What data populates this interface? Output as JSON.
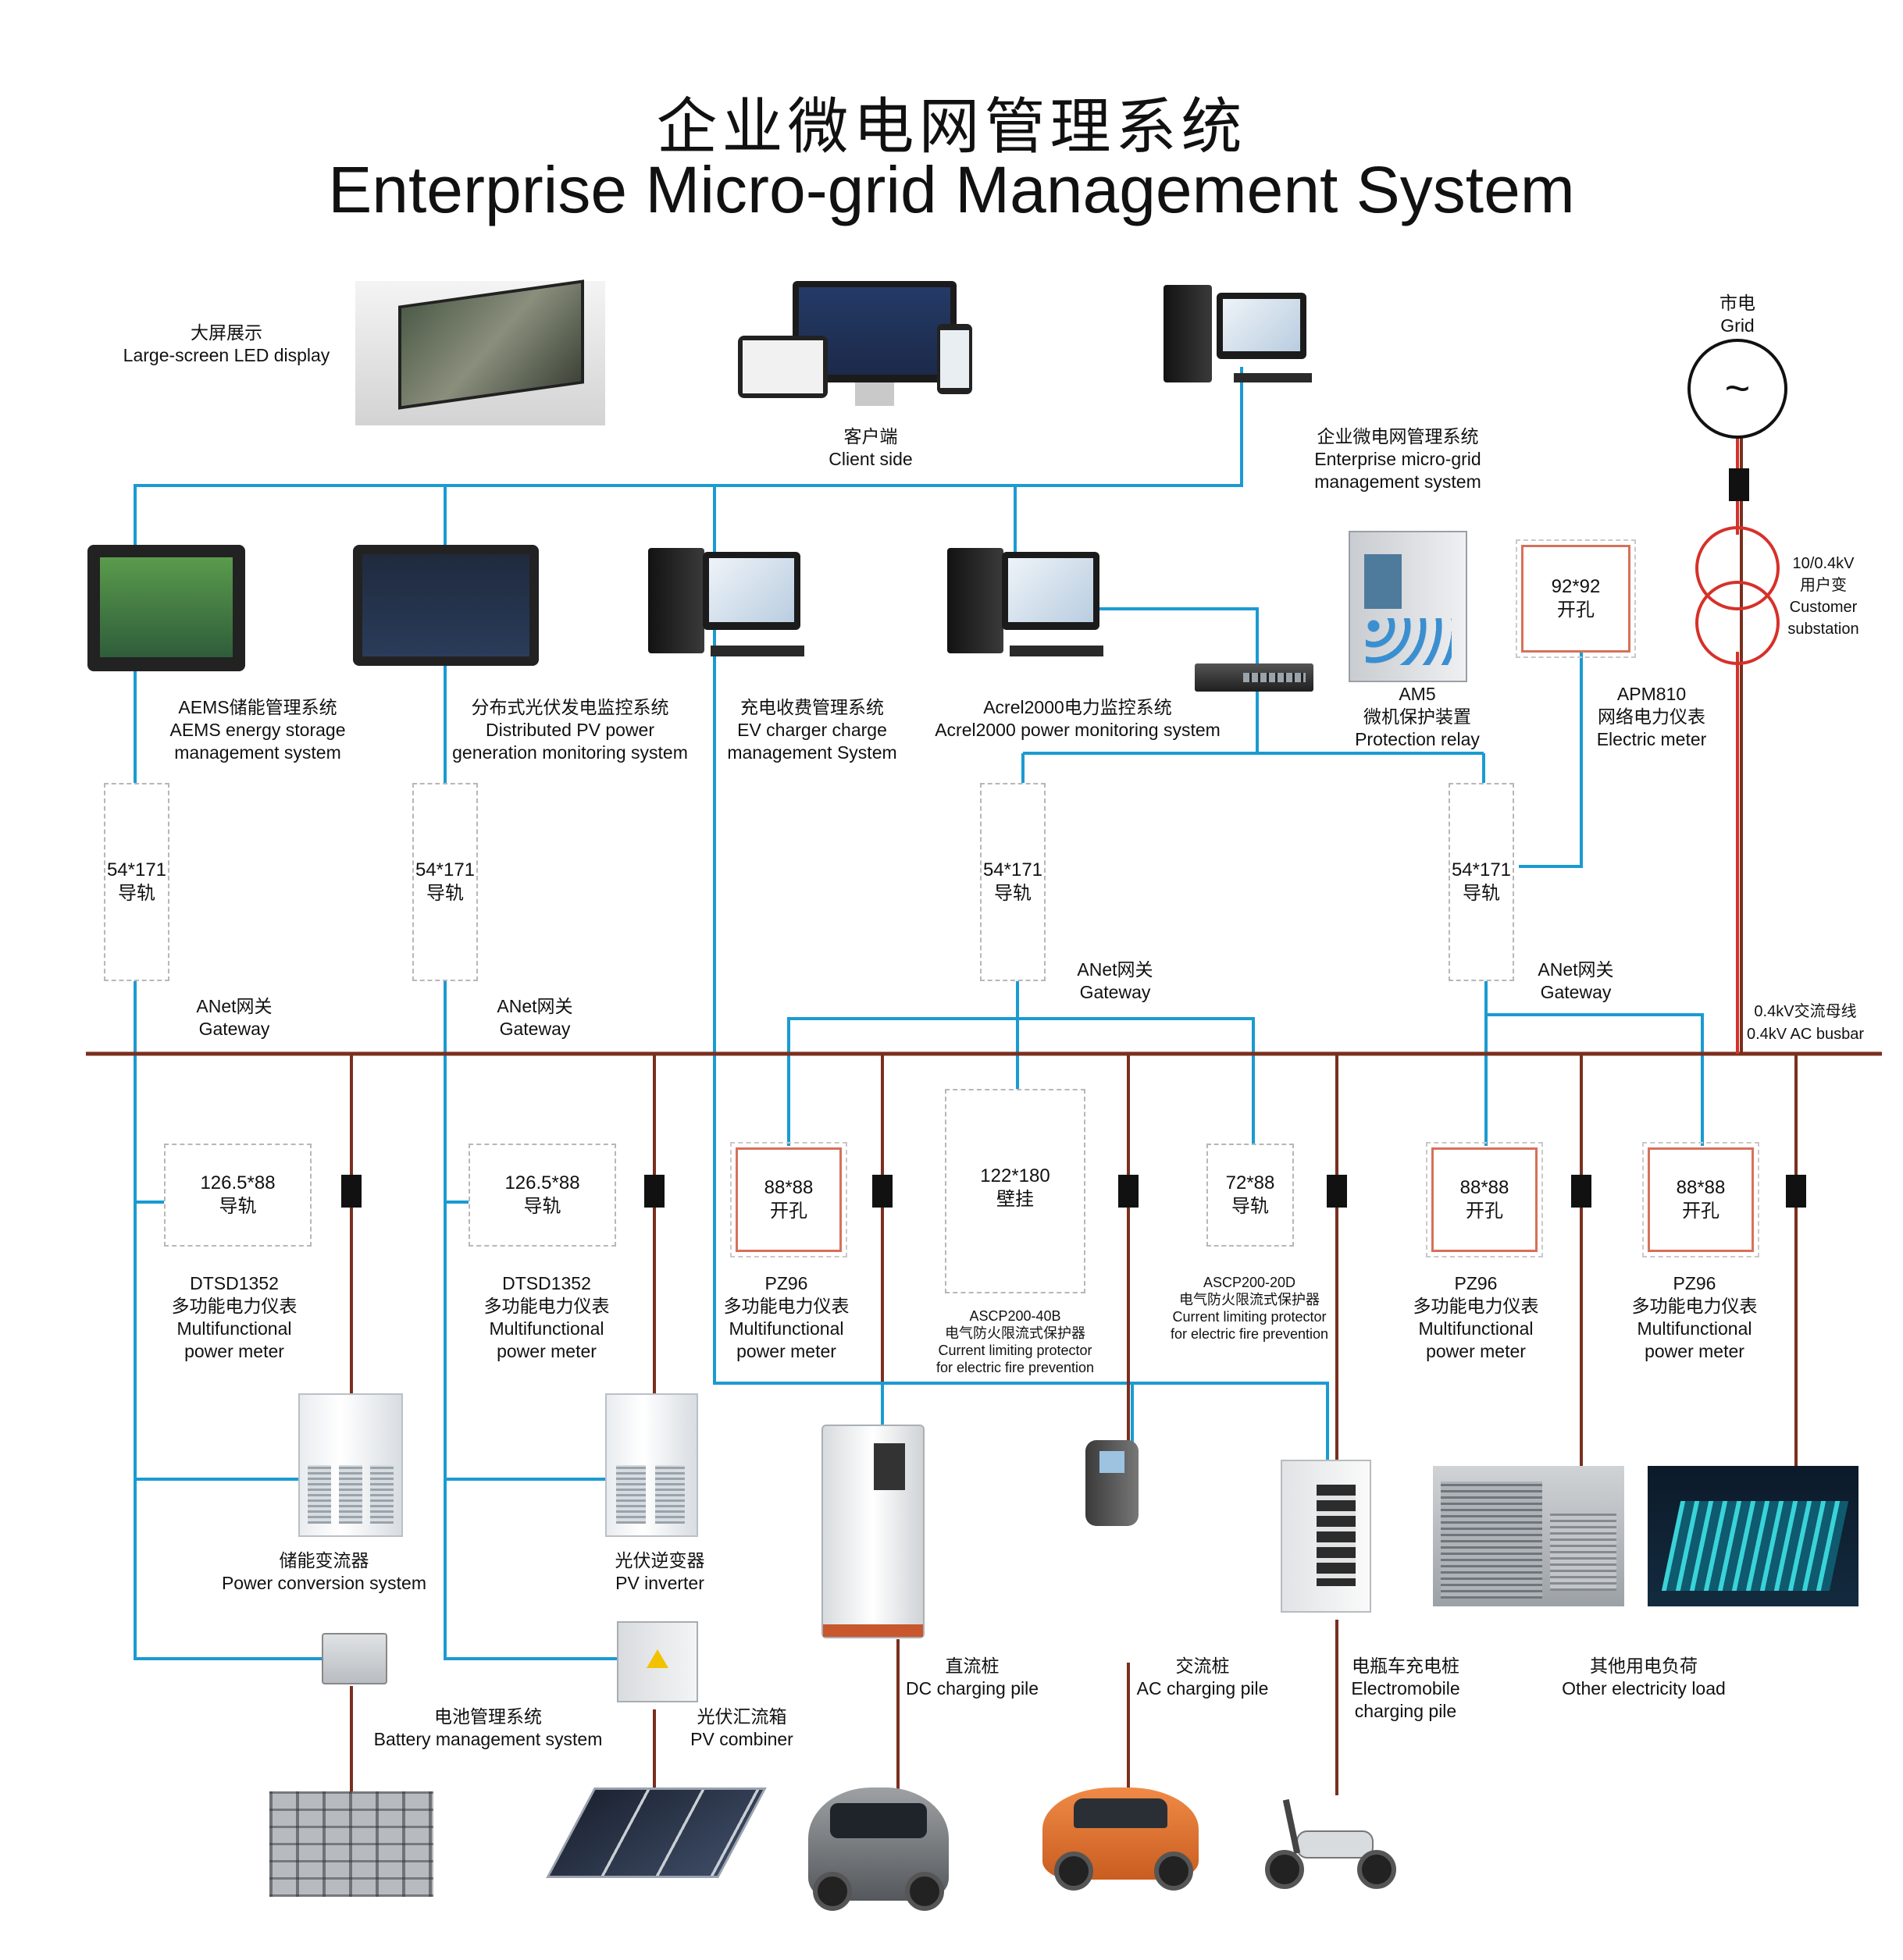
{
  "title": {
    "cn": "企业微电网管理系统",
    "en": "Enterprise Micro-grid Management System"
  },
  "colors": {
    "comm": "#1b9bd1",
    "power": "#7a2f1e",
    "grid_red": "#d6312a",
    "frame": "#d6715a"
  },
  "top": {
    "led_display": {
      "cn": "大屏展示",
      "en": "Large-screen LED display"
    },
    "client": {
      "cn": "客户端",
      "en": "Client side"
    },
    "emms": {
      "cn": "企业微电网管理系统",
      "en1": "Enterprise micro-grid",
      "en2": "management system"
    },
    "grid": {
      "cn": "市电",
      "en": "Grid",
      "symbol": "~"
    },
    "substation": {
      "l1": "10/0.4kV",
      "l2": "用户变",
      "l3": "Customer",
      "l4": "substation"
    }
  },
  "systems": {
    "aems": {
      "cn": "AEMS储能管理系统",
      "en1": "AEMS energy storage",
      "en2": "management system"
    },
    "pv": {
      "cn": "分布式光伏发电监控系统",
      "en1": "Distributed PV power",
      "en2": "generation monitoring system"
    },
    "ev": {
      "cn": "充电收费管理系统",
      "en1": "EV charger charge",
      "en2": "management System"
    },
    "acrel": {
      "cn": "Acrel2000电力监控系统",
      "en1": "Acrel2000 power monitoring system"
    },
    "am5": {
      "l1": "AM5",
      "l2": "微机保护装置",
      "l3": "Protection relay"
    },
    "apm810": {
      "l1": "APM810",
      "l2": "网络电力仪表",
      "l3": "Electric meter"
    }
  },
  "boxes": {
    "apm_cut": {
      "l1": "92*92",
      "l2": "开孔"
    },
    "rail1": {
      "l1": "54*171",
      "l2": "导轨"
    },
    "rail2": {
      "l1": "54*171",
      "l2": "导轨"
    },
    "rail3": {
      "l1": "54*171",
      "l2": "导轨"
    },
    "rail4": {
      "l1": "54*171",
      "l2": "导轨"
    },
    "dtsd1": {
      "l1": "126.5*88",
      "l2": "导轨"
    },
    "dtsd2": {
      "l1": "126.5*88",
      "l2": "导轨"
    },
    "pz1": {
      "l1": "88*88",
      "l2": "开孔"
    },
    "wall": {
      "l1": "122*180",
      "l2": "壁挂"
    },
    "ascp20": {
      "l1": "72*88",
      "l2": "导轨"
    },
    "pz2": {
      "l1": "88*88",
      "l2": "开孔"
    },
    "pz3": {
      "l1": "88*88",
      "l2": "开孔"
    }
  },
  "gateways": {
    "g1": {
      "cn": "ANet网关",
      "en": "Gateway"
    },
    "g2": {
      "cn": "ANet网关",
      "en": "Gateway"
    },
    "g3": {
      "cn": "ANet网关",
      "en": "Gateway"
    },
    "g4": {
      "cn": "ANet网关",
      "en": "Gateway"
    }
  },
  "busbar": {
    "cn": "0.4kV交流母线",
    "en": "0.4kV AC busbar"
  },
  "meters": {
    "dtsd1": {
      "l1": "DTSD1352",
      "l2": "多功能电力仪表",
      "l3": "Multifunctional",
      "l4": "power meter"
    },
    "dtsd2": {
      "l1": "DTSD1352",
      "l2": "多功能电力仪表",
      "l3": "Multifunctional",
      "l4": "power meter"
    },
    "pz1": {
      "l1": "PZ96",
      "l2": "多功能电力仪表",
      "l3": "Multifunctional",
      "l4": "power meter"
    },
    "pz2": {
      "l1": "PZ96",
      "l2": "多功能电力仪表",
      "l3": "Multifunctional",
      "l4": "power meter"
    },
    "pz3": {
      "l1": "PZ96",
      "l2": "多功能电力仪表",
      "l3": "Multifunctional",
      "l4": "power meter"
    },
    "ascp40": {
      "l1": "ASCP200-40B",
      "l2": "电气防火限流式保护器",
      "l3": "Current limiting protector",
      "l4": "for electric fire prevention"
    },
    "ascp20": {
      "l1": "ASCP200-20D",
      "l2": "电气防火限流式保护器",
      "l3": "Current limiting protector",
      "l4": "for electric fire prevention"
    }
  },
  "equipment": {
    "pcs": {
      "cn": "储能变流器",
      "en": "Power conversion system"
    },
    "pv_inverter": {
      "cn": "光伏逆变器",
      "en": "PV inverter"
    },
    "dc_pile": {
      "cn": "直流桩",
      "en": "DC charging pile"
    },
    "ac_pile": {
      "cn": "交流桩",
      "en": "AC charging pile"
    },
    "emob": {
      "cn": "电瓶车充电桩",
      "en1": "Electromobile",
      "en2": "charging pile"
    },
    "other_load": {
      "cn": "其他用电负荷",
      "en": "Other electricity load"
    },
    "bms": {
      "cn": "电池管理系统",
      "en": "Battery management system"
    },
    "pv_combiner": {
      "cn": "光伏汇流箱",
      "en": "PV combiner"
    }
  }
}
